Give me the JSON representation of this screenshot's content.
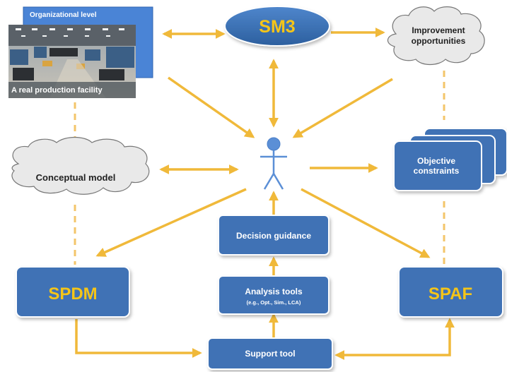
{
  "colors": {
    "arrow": "#f0b93a",
    "dash": "#f3c56a",
    "box": "#3f72b5",
    "box_border": "#ffffff",
    "box_text": "#ffffff",
    "brand_text": "#f5c518",
    "cloud_fill": "#e9e9e9",
    "cloud_stroke": "#777777",
    "person": "#5b8fd6",
    "photo_panel": "#4a84d6"
  },
  "photo": {
    "org_label": "Organizational level",
    "caption": "A real production facility"
  },
  "nodes": {
    "sm3": "SM3",
    "improvement_line1": "Improvement",
    "improvement_line2": "opportunities",
    "conceptual_model": "Conceptual model",
    "objective_line1": "Objective",
    "objective_line2": "constraints",
    "decision_guidance": "Decision guidance",
    "analysis_tools": "Analysis tools",
    "analysis_tools_sub": "(e.g., Opt., Sim., LCA)",
    "spdm": "SPDM",
    "spaf": "SPAF",
    "support_tool": "Support tool"
  },
  "icons": {
    "user": "person-icon",
    "factory": "factory-photo"
  }
}
